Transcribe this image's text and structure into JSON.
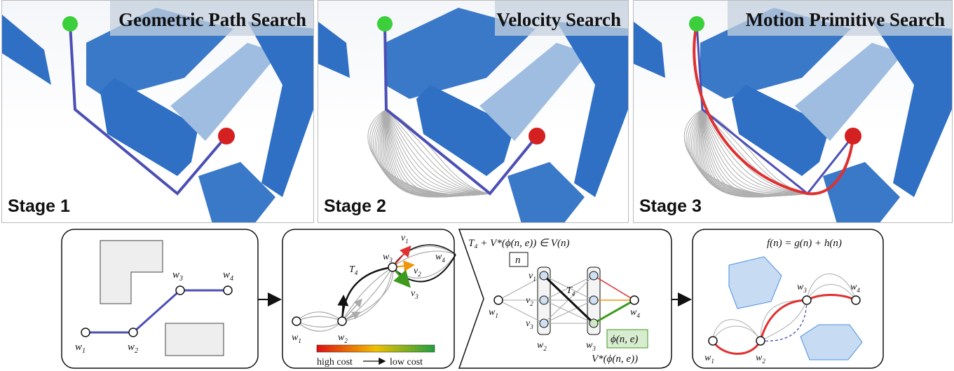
{
  "panels": [
    {
      "title": "Geometric Path Search",
      "stage": "Stage 1"
    },
    {
      "title": "Velocity Search",
      "stage": "Stage 2"
    },
    {
      "title": "Motion Primitive Search",
      "stage": "Stage 3"
    }
  ],
  "diagram1": {
    "w1": "w",
    "w1s": "1",
    "w2": "w",
    "w2s": "2",
    "w3": "w",
    "w3s": "3",
    "w4": "w",
    "w4s": "4"
  },
  "diagram2": {
    "T4": "T",
    "T4s": "4",
    "v1": "v",
    "v1s": "1",
    "v2": "v",
    "v2s": "2",
    "v3": "v",
    "v3s": "3",
    "w1": "w",
    "w1s": "1",
    "w2": "w",
    "w2s": "2",
    "w3": "w",
    "w3s": "3",
    "w4": "w",
    "w4s": "4",
    "high_cost": "high cost",
    "low_cost": "low cost"
  },
  "diagram3": {
    "formula": "T₄ + V*(ϕ(n, e)) ∈ V(n)",
    "n": "n",
    "phi": "ϕ(n, e)",
    "V": "V*(ϕ(n, e))",
    "T4": "T",
    "T4s": "4",
    "v1": "v",
    "v1s": "1",
    "v2": "v",
    "v2s": "2",
    "v3": "v",
    "v3s": "3",
    "w1": "w",
    "w1s": "1",
    "w2": "w",
    "w2s": "2",
    "w3": "w",
    "w3s": "3",
    "w4": "w",
    "w4s": "4"
  },
  "diagram4": {
    "formula": "f(n) = g(n) + h(n)",
    "w1": "w",
    "w1s": "1",
    "w2": "w",
    "w2s": "2",
    "w3": "w",
    "w3s": "3",
    "w4": "w",
    "w4s": "4"
  },
  "colors": {
    "path_blue": "#4b4fb5",
    "wall_blue": "#2f6fc4",
    "red_path": "#e03030",
    "start": "#3ccf3c",
    "goal": "#d42020"
  }
}
